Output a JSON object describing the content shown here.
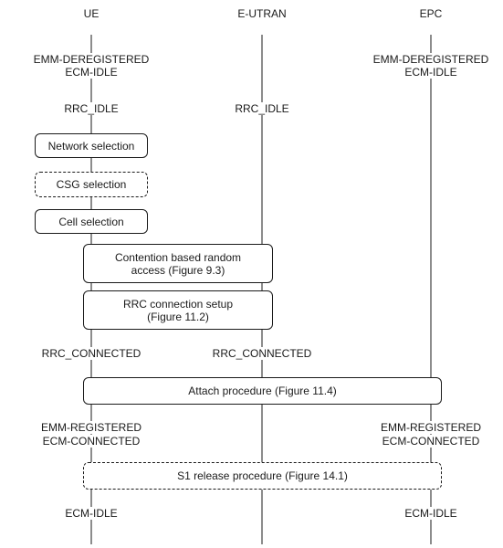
{
  "columns": {
    "ue": "UE",
    "eutran": "E-UTRAN",
    "epc": "EPC"
  },
  "states": {
    "ue_emm_deregistered": "EMM-DEREGISTERED",
    "ue_ecm_idle_1": "ECM-IDLE",
    "epc_emm_deregistered": "EMM-DEREGISTERED",
    "epc_ecm_idle_1": "ECM-IDLE",
    "ue_rrc_idle": "RRC_IDLE",
    "eutran_rrc_idle": "RRC_IDLE",
    "ue_rrc_connected": "RRC_CONNECTED",
    "eutran_rrc_connected": "RRC_CONNECTED",
    "ue_emm_registered": "EMM-REGISTERED",
    "ue_ecm_connected": "ECM-CONNECTED",
    "epc_emm_registered": "EMM-REGISTERED",
    "epc_ecm_connected": "ECM-CONNECTED",
    "ue_ecm_idle_2": "ECM-IDLE",
    "epc_ecm_idle_2": "ECM-IDLE"
  },
  "procedures": {
    "network_selection": "Network selection",
    "csg_selection": "CSG selection",
    "cell_selection": "Cell selection",
    "contention_random_access": "Contention based random\naccess (Figure 9.3)",
    "rrc_connection_setup": "RRC connection setup\n(Figure 11.2)",
    "attach_procedure": "Attach procedure (Figure 11.4)",
    "s1_release_procedure": "S1 release procedure (Figure 14.1)"
  }
}
